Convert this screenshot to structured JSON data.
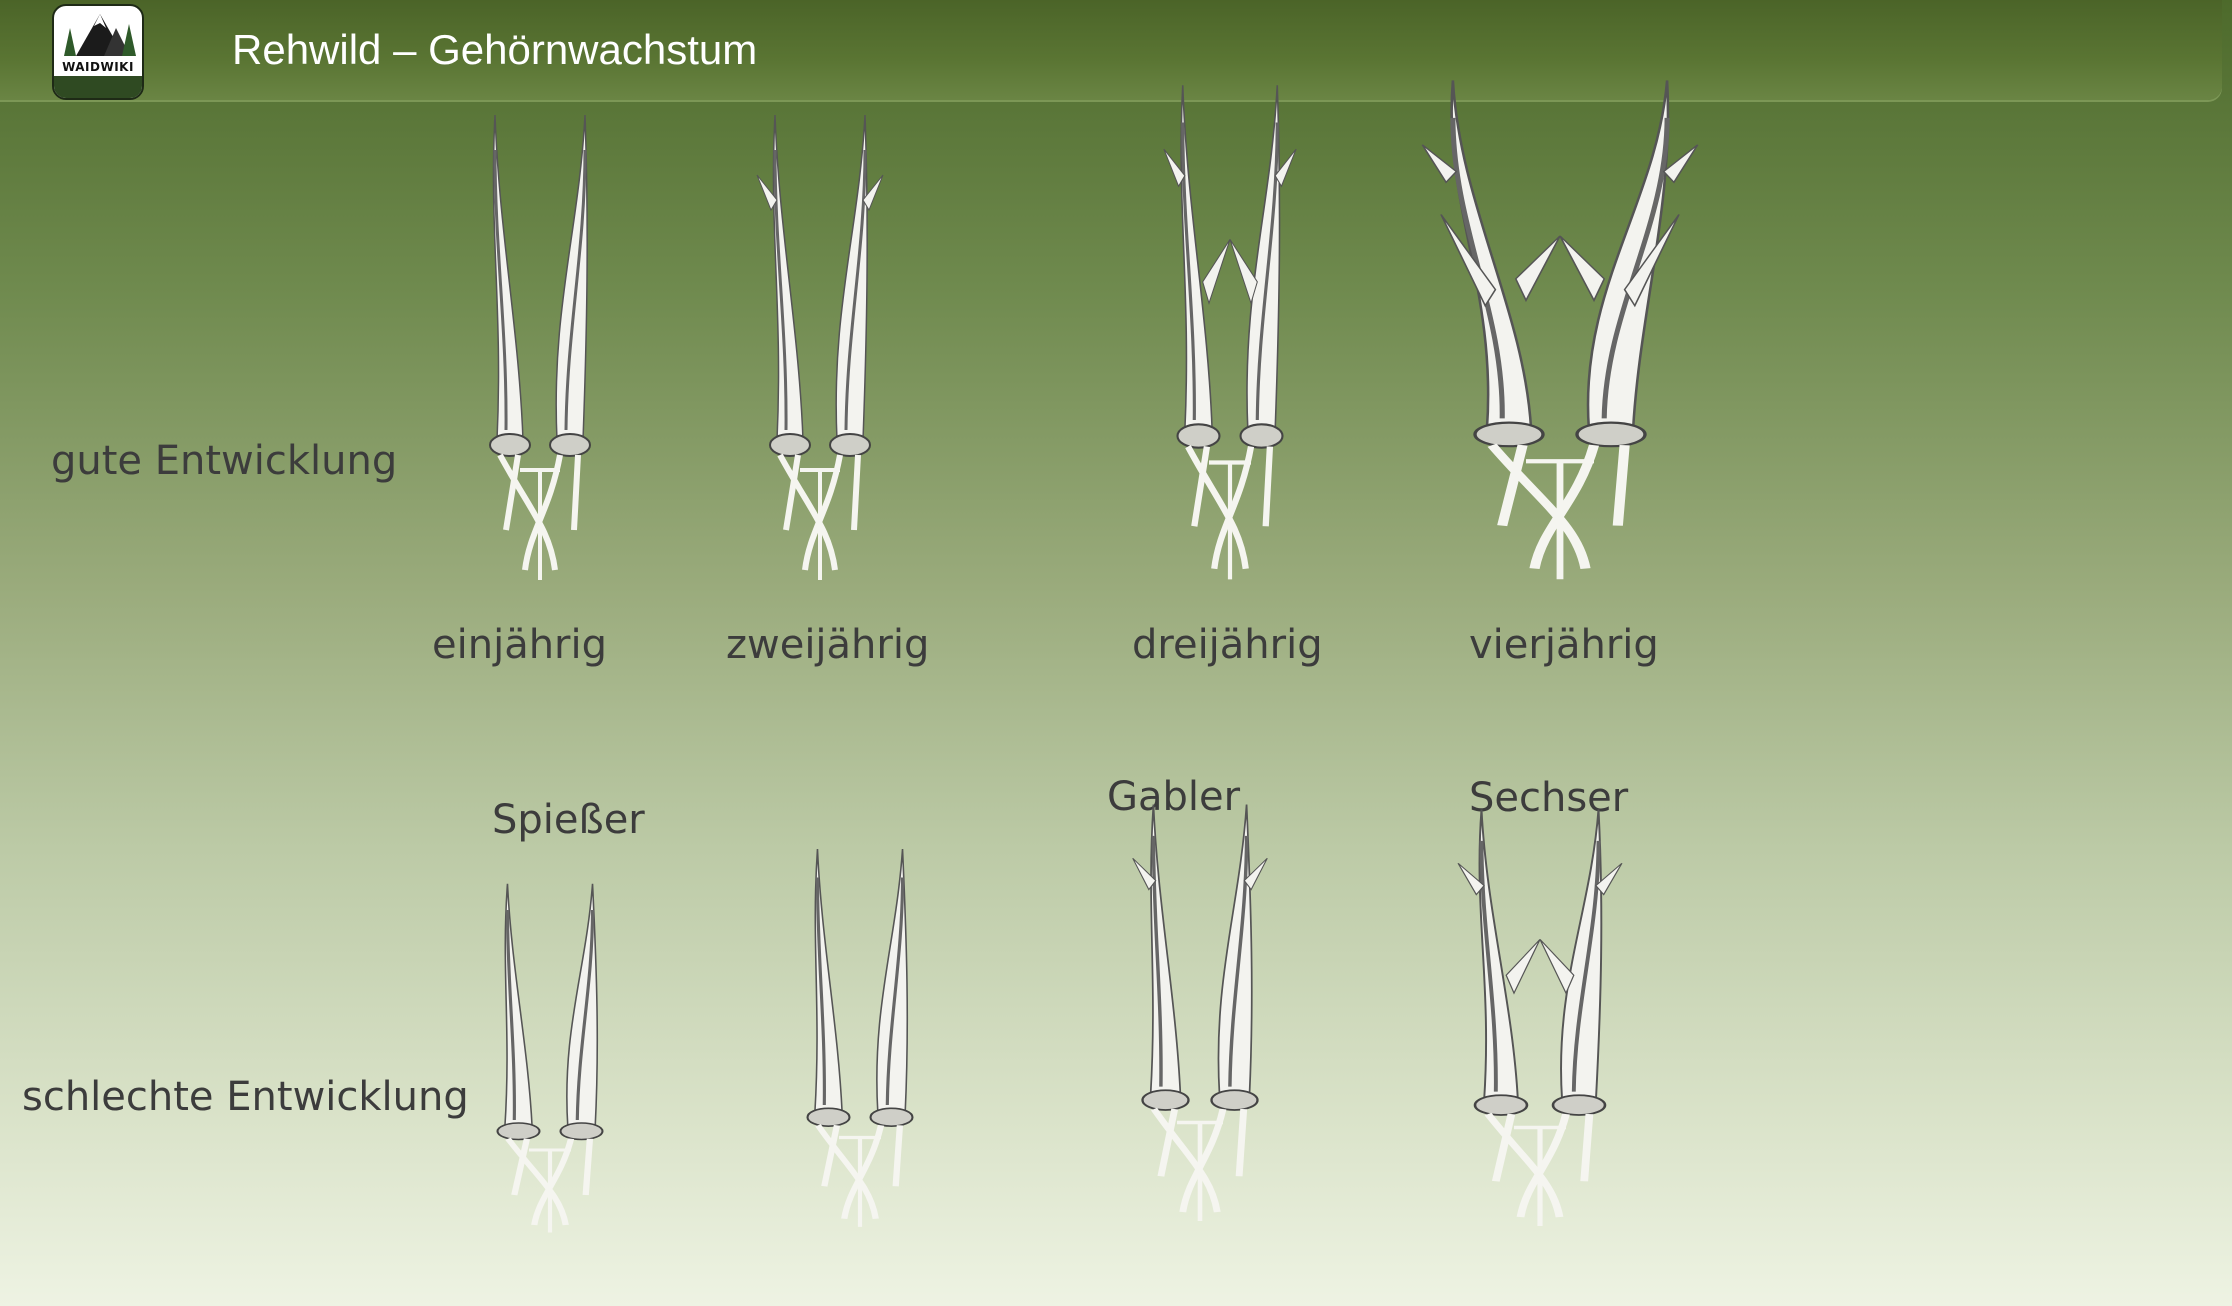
{
  "header": {
    "title": "Rehwild – Gehörnwachstum",
    "logo_text": "WAIDWIKI",
    "logo_icon": "mountain-trees-icon"
  },
  "rows": {
    "good": {
      "label": "gute Entwicklung",
      "ages": [
        "einjährig",
        "zweijährig",
        "dreijährig",
        "vierjährig"
      ]
    },
    "poor": {
      "label": "schlechte Entwicklung",
      "types": [
        "Spießer",
        "Gabler",
        "Sechser"
      ]
    }
  },
  "colors": {
    "accent": "#4d6a2b",
    "text": "#3c3c3c"
  }
}
